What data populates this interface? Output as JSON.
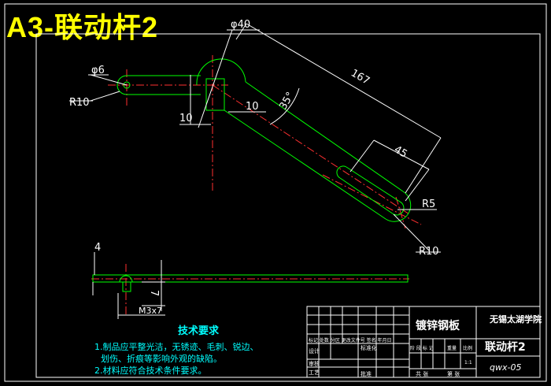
{
  "header": {
    "title": "A3-联动杆2"
  },
  "dimensions": {
    "phi40": "φ40",
    "phi6": "φ6",
    "r10_left": "R10",
    "d167": "167",
    "a35": "35°",
    "d10_left": "10",
    "d10_right": "10",
    "d45": "45",
    "r5": "R5",
    "r10_right": "R10",
    "d4": "4",
    "d7": "7",
    "m3x7": "M3x7"
  },
  "notes": {
    "heading": "技术要求",
    "line1": "1.制品应平整光洁，无锈迹、毛刺、锐边、",
    "line2": "划伤、折痕等影响外观的缺陷。",
    "line3": "2.材料应符合技术条件要求。"
  },
  "title_block": {
    "material": "镀锌钢板",
    "school": "无锡太湖学院",
    "part_name": "联动杆2",
    "drawing_no": "qwx-05",
    "row_labels": "标记 处数 分区 更改文件号 签名 年月日",
    "design": "设计",
    "standard": "标准化",
    "stage": "阶 段 标 记",
    "weight": "重量",
    "scale": "比例",
    "review": "审核",
    "process": "工艺",
    "approve": "批准",
    "sheet_a": "共  张",
    "sheet_b": "第  张",
    "ratio": "1:1"
  },
  "colors": {
    "background": "#000000",
    "part_outline": "#00ff00",
    "center_line": "#ff0000",
    "dimension": "#ffffff",
    "notes": "#00ffff",
    "title": "#ffff00",
    "frame": "#ffffff"
  }
}
